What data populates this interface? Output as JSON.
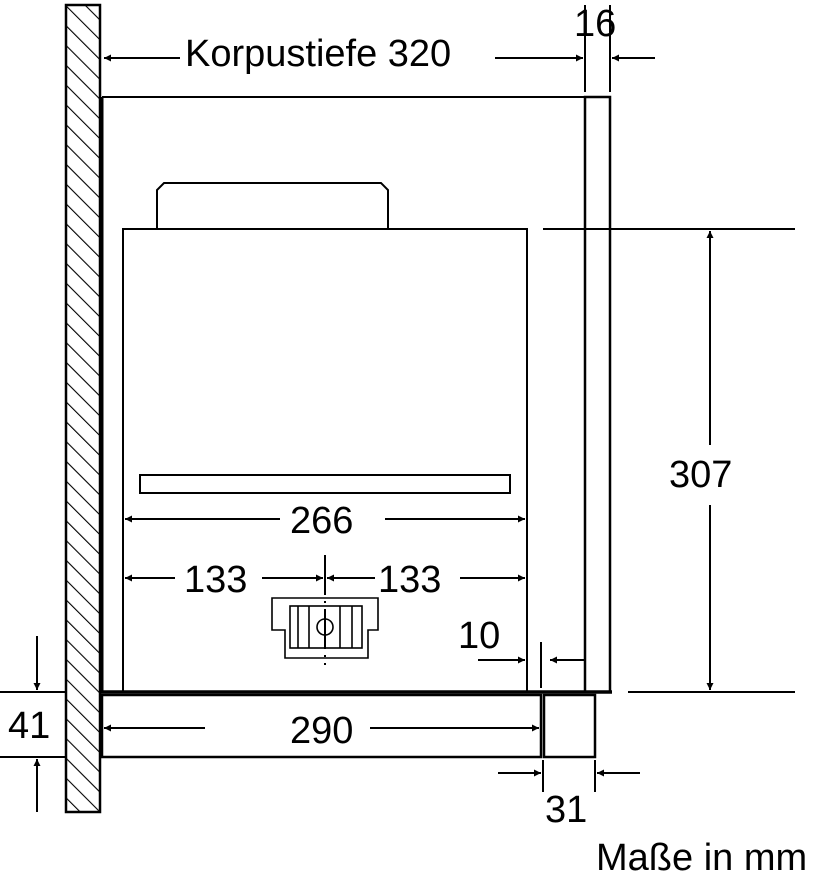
{
  "dimensions": {
    "depth_label": "Korpustiefe 320",
    "front_panel": "16",
    "height": "307",
    "inner_width": "266",
    "half_left": "133",
    "half_right": "133",
    "gap": "10",
    "lower_width": "290",
    "lower_height": "41",
    "lower_front": "31"
  },
  "units_note": "Maße in mm",
  "colors": {
    "line": "#000000",
    "background": "#ffffff"
  }
}
